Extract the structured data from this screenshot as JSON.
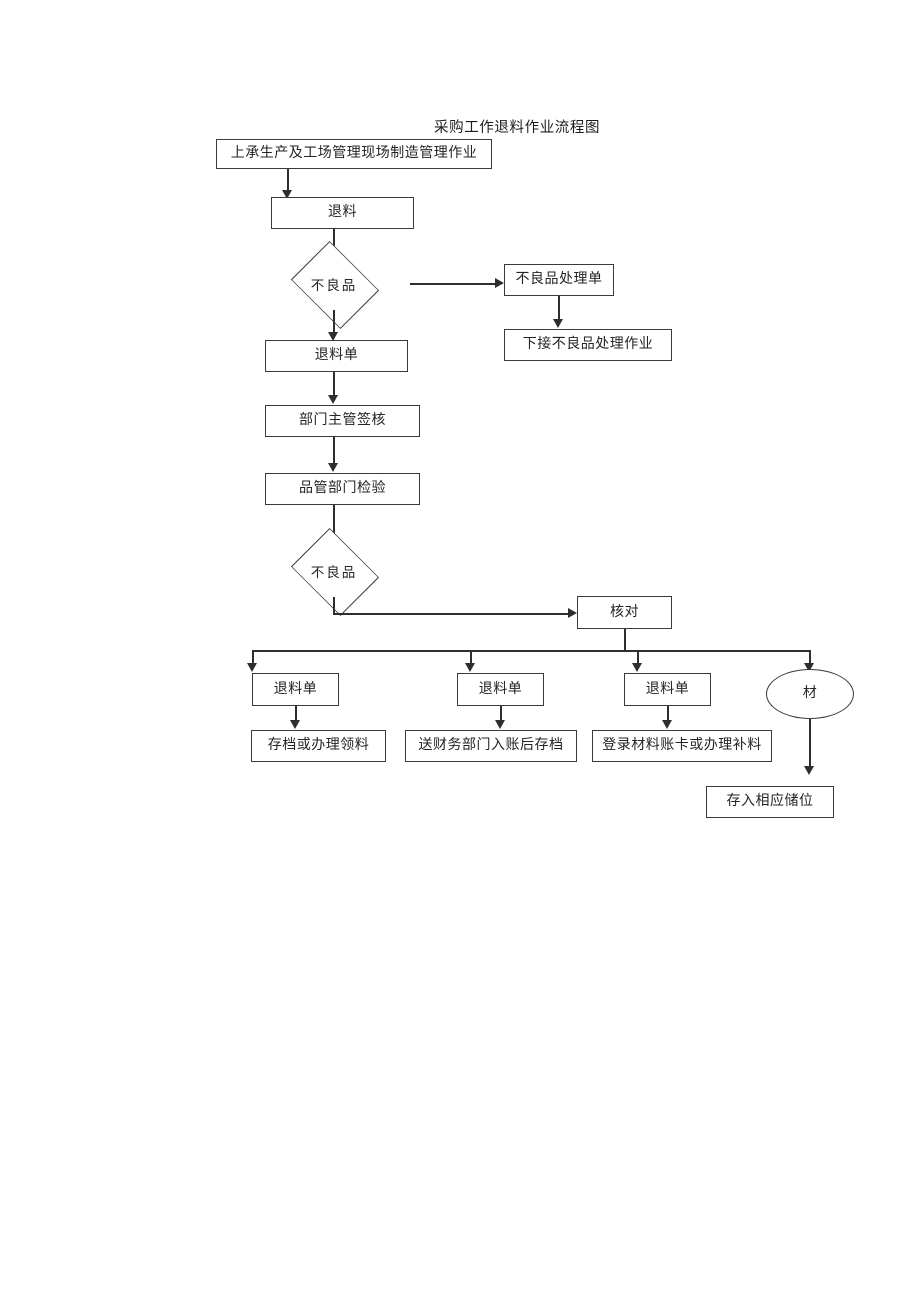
{
  "document": {
    "title": "采购工作退料作业流程图"
  },
  "chart_data": {
    "type": "diagram",
    "title": "采购工作退料作业流程图",
    "nodes": [
      {
        "id": "n1",
        "label": "上承生产及工场管理现场制造管理作业",
        "shape": "rect"
      },
      {
        "id": "n2",
        "label": "退料",
        "shape": "rect"
      },
      {
        "id": "n3",
        "label": "不良品",
        "shape": "diamond"
      },
      {
        "id": "n4",
        "label": "不良品处理单",
        "shape": "rect"
      },
      {
        "id": "n5",
        "label": "下接不良品处理作业",
        "shape": "rect"
      },
      {
        "id": "n6",
        "label": "退料单",
        "shape": "rect"
      },
      {
        "id": "n7",
        "label": "部门主管签核",
        "shape": "rect"
      },
      {
        "id": "n8",
        "label": "品管部门检验",
        "shape": "rect"
      },
      {
        "id": "n9",
        "label": "不良品",
        "shape": "diamond"
      },
      {
        "id": "n10",
        "label": "核对",
        "shape": "rect"
      },
      {
        "id": "n11",
        "label": "退料单",
        "shape": "rect"
      },
      {
        "id": "n12",
        "label": "退料单",
        "shape": "rect"
      },
      {
        "id": "n13",
        "label": "退料单",
        "shape": "rect"
      },
      {
        "id": "n14",
        "label": "材",
        "shape": "ellipse"
      },
      {
        "id": "n15",
        "label": "存档或办理领料",
        "shape": "rect"
      },
      {
        "id": "n16",
        "label": "送财务部门入账后存档",
        "shape": "rect"
      },
      {
        "id": "n17",
        "label": "登录材料账卡或办理补料",
        "shape": "rect"
      },
      {
        "id": "n18",
        "label": "存入相应储位",
        "shape": "rect"
      }
    ],
    "edges": [
      {
        "from": "n1",
        "to": "n2"
      },
      {
        "from": "n2",
        "to": "n3"
      },
      {
        "from": "n3",
        "to": "n4"
      },
      {
        "from": "n3",
        "to": "n6"
      },
      {
        "from": "n4",
        "to": "n5"
      },
      {
        "from": "n6",
        "to": "n7"
      },
      {
        "from": "n7",
        "to": "n8"
      },
      {
        "from": "n8",
        "to": "n9"
      },
      {
        "from": "n9",
        "to": "n10"
      },
      {
        "from": "n10",
        "to": "n11"
      },
      {
        "from": "n10",
        "to": "n12"
      },
      {
        "from": "n10",
        "to": "n13"
      },
      {
        "from": "n10",
        "to": "n14"
      },
      {
        "from": "n11",
        "to": "n15"
      },
      {
        "from": "n12",
        "to": "n16"
      },
      {
        "from": "n13",
        "to": "n17"
      },
      {
        "from": "n14",
        "to": "n18"
      }
    ],
    "colors": {
      "background": "#ffffff",
      "node_border": "#3a3a3a",
      "node_fill": "#ffffff",
      "connector": "#2e2e2e",
      "text": "#242424"
    }
  }
}
